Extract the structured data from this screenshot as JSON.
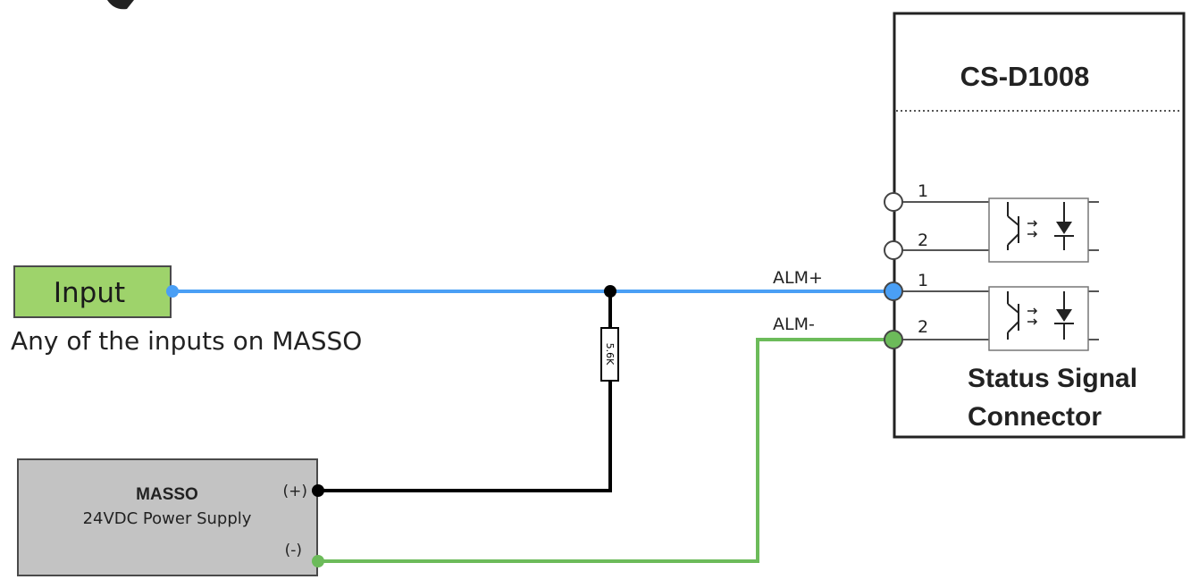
{
  "input_block": {
    "label": "Input",
    "caption": "Any of the inputs on MASSO"
  },
  "power_supply": {
    "brand": "MASSO",
    "name": "24VDC Power Supply",
    "plus_label": "(+)",
    "minus_label": "(-)"
  },
  "resistor": {
    "value": "5.6K"
  },
  "driver": {
    "title": "CS-D1008",
    "connector_line1": "Status Signal",
    "connector_line2": "Connector",
    "pins": [
      {
        "number": "1"
      },
      {
        "number": "2"
      },
      {
        "number": "1",
        "signal": "ALM+"
      },
      {
        "number": "2",
        "signal": "ALM-"
      }
    ]
  },
  "colors": {
    "signal_wire": "#4a9ff5",
    "ground_wire": "#6cbb5a",
    "power_wire": "#000000",
    "input_fill": "#9ed36b",
    "supply_fill": "#c3c3c3"
  }
}
